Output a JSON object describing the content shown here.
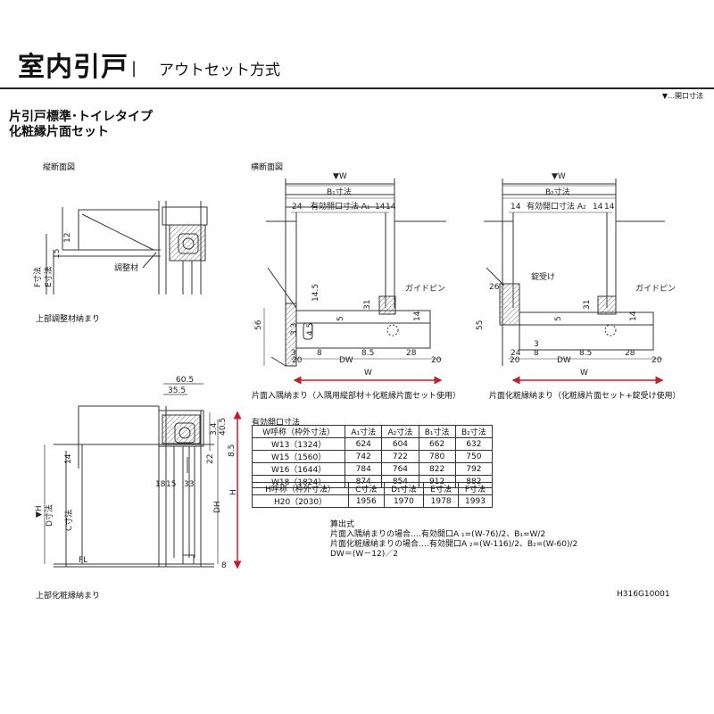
{
  "header": {
    "title": "室内引戸",
    "separator": "|",
    "subtitle": "アウトセット方式"
  },
  "legend_note": "▼…開口寸法",
  "heading_line1": "片引戸標準･トイレタイプ",
  "heading_line2": "化粧縁片面セット",
  "labels": {
    "vertical_section": "縦断面図",
    "horizontal_section": "横断面図",
    "adjust_member": "調整材",
    "upper_adjust_caption": "上部調整材納まり",
    "upper_trim_caption": "上部化粧縁納まり",
    "guide_pin_1": "ガイドピン",
    "guide_pin_2": "ガイドピン",
    "lock_receiver": "錠受け",
    "caption_left_section": "片面入隅納まり（入隅用縦部材＋化粧縁片面セット使用）",
    "caption_right_section": "片面化粧縁納まり（化粧縁片面セット+錠受け使用）",
    "fl": "FL",
    "f_dim": "F寸法",
    "e_dim": "E寸法",
    "h_dim": "▼H",
    "d_dim": "D寸法",
    "c_dim": "C寸法",
    "dh": "DH",
    "h_right": "H",
    "w1": "▼W",
    "b1": "B₁寸法",
    "a1": "有効開口寸法 A₁",
    "w2": "▼W",
    "b2": "B₂寸法",
    "a2": "有効開口寸法 A₂",
    "dw": "DW",
    "w_arrow": "W"
  },
  "dimensions": {
    "upper": [
      "12",
      "15"
    ],
    "left_lower": [
      "60.5",
      "35.5",
      "40.5",
      "3.4",
      "8.5",
      "22",
      "18",
      "15",
      "33",
      "14"
    ],
    "left_lower_bottom": "8",
    "sec1": [
      "24",
      "14",
      "14",
      "14.5",
      "3.3",
      "4.5",
      "5",
      "31",
      "14",
      "56",
      "3",
      "8",
      "20",
      "8.5",
      "28",
      "20"
    ],
    "sec2": [
      "14",
      "14",
      "14",
      "26",
      "5",
      "31",
      "14",
      "55",
      "24",
      "8",
      "3",
      "20",
      "8.5",
      "28",
      "20"
    ]
  },
  "table_title": "有効開口寸法",
  "table1": {
    "headers": [
      "W呼称（枠外寸法）",
      "A₁寸法",
      "A₂寸法",
      "B₁寸法",
      "B₂寸法"
    ],
    "rows": [
      [
        "W13（1324）",
        "624",
        "604",
        "662",
        "632"
      ],
      [
        "W15（1560）",
        "742",
        "722",
        "780",
        "750"
      ],
      [
        "W16（1644）",
        "784",
        "764",
        "822",
        "792"
      ],
      [
        "W18（1824）",
        "874",
        "854",
        "912",
        "882"
      ]
    ]
  },
  "table2": {
    "headers": [
      "H呼称（枠外寸法）",
      "C寸法",
      "D₁寸法",
      "E寸法",
      "F寸法"
    ],
    "rows": [
      [
        "H20（2030）",
        "1956",
        "1970",
        "1978",
        "1993"
      ]
    ]
  },
  "formulas": {
    "heading": "算出式",
    "line1": "片面入隅納まりの場合‥‥有効開口A ₁=(W-76)/2、B₁=W/2",
    "line2": "片面化粧縁納まりの場合‥‥有効開口A ₂=(W-116)/2、B₂=(W-60)/2",
    "line3": "DW＝(W－12)／2"
  },
  "drawing_code": "H316G10001",
  "colors": {
    "red_dimension": "#c0202a",
    "frame": "#333333",
    "hatch": "#777777"
  }
}
